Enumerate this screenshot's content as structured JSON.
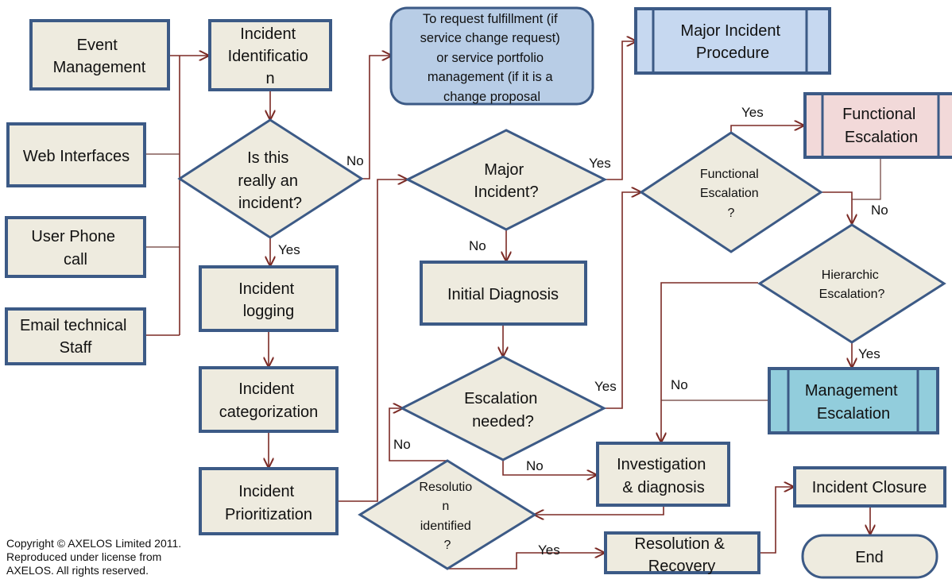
{
  "nodes": {
    "event_management": [
      "Event",
      "Management"
    ],
    "web_interfaces": [
      "Web Interfaces"
    ],
    "user_phone_call": [
      "User Phone",
      "call"
    ],
    "email_technical_staff": [
      "Email technical",
      "Staff"
    ],
    "incident_identification": [
      "Incident",
      "Identificatio",
      "n"
    ],
    "is_incident": [
      "Is this",
      "really an",
      "incident?"
    ],
    "incident_logging": [
      "Incident",
      "logging"
    ],
    "incident_categorization": [
      "Incident",
      "categorization"
    ],
    "incident_prioritization": [
      "Incident",
      "Prioritization"
    ],
    "request_fulfillment": [
      "To request fulfillment (if",
      "service change request)",
      "or service portfolio",
      "management (if it is a",
      "change proposal"
    ],
    "major_incident_q": [
      "Major",
      "Incident?"
    ],
    "major_incident_procedure": [
      "Major Incident",
      "Procedure"
    ],
    "initial_diagnosis": [
      "Initial Diagnosis"
    ],
    "escalation_needed": [
      "Escalation",
      "needed?"
    ],
    "resolution_identified": [
      "Resolutio",
      "n",
      "identified",
      "?"
    ],
    "functional_escalation_q": [
      "Functional",
      "Escalation",
      "?"
    ],
    "functional_escalation": [
      "Functional",
      "Escalation"
    ],
    "hierarchic_escalation_q": [
      "Hierarchic",
      "Escalation?"
    ],
    "management_escalation": [
      "Management",
      "Escalation"
    ],
    "investigation_diagnosis": [
      "Investigation",
      "& diagnosis"
    ],
    "resolution_recovery": [
      "Resolution  &",
      "Recovery"
    ],
    "incident_closure": [
      "Incident Closure"
    ],
    "end": [
      "End"
    ]
  },
  "edge_labels": {
    "is_incident_no": "No",
    "is_incident_yes": "Yes",
    "major_yes": "Yes",
    "major_no": "No",
    "func_yes": "Yes",
    "func_no": "No",
    "hier_yes": "Yes",
    "hier_no": "No",
    "esc_yes": "Yes",
    "esc_no": "No",
    "resolution_no": "No",
    "resolution_yes": "Yes"
  },
  "copyright": [
    "Copyright © AXELOS Limited 2011.",
    "Reproduced under license from",
    "AXELOS. All rights reserved."
  ],
  "colors": {
    "box_fill": "#eeebdf",
    "box_stroke": "#3c5a86",
    "connector": "#7b2a25",
    "request_fill": "#b8cde6",
    "major_procedure_fill": "#c6d8f0",
    "functional_escalation_fill": "#f2d9d9",
    "management_escalation_fill": "#92cddc"
  }
}
